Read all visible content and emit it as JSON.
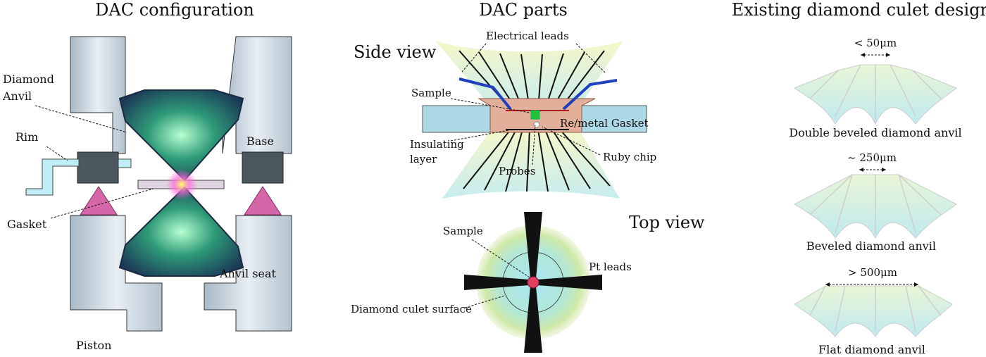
{
  "headings": {
    "config": "DAC configuration",
    "parts": "DAC parts",
    "designs": "Existing diamond culet designs"
  },
  "config_labels": {
    "diamond_anvil_1": "Diamond",
    "diamond_anvil_2": "Anvil",
    "rim": "Rim",
    "base": "Base",
    "gasket": "Gasket",
    "anvil_seat": "Anvil seat",
    "piston": "Piston"
  },
  "parts_labels": {
    "side_view": "Side view",
    "electrical_leads": "Electrical leads",
    "sample": "Sample",
    "re_gasket": "Re/metal Gasket",
    "insulating_1": "Insulating",
    "insulating_2": "layer",
    "ruby": "Ruby chip",
    "probes": "Probes",
    "top_view": "Top view",
    "top_sample": "Sample",
    "pt_leads": "Pt leads",
    "culet_surface": "Diamond culet surface"
  },
  "designs": [
    {
      "dim": "< 50μm",
      "name": "Double beveled diamond anvil"
    },
    {
      "dim": "~ 250μm",
      "name": "Beveled diamond anvil"
    },
    {
      "dim": "> 500μm",
      "name": "Flat diamond anvil"
    }
  ],
  "colors": {
    "steel": "#b9c9d6",
    "seat": "#4b5860",
    "pink_seat": "#d566a8",
    "gasket_cu": "#e2b09a",
    "lead_blue": "#1f3fbf",
    "sample_green": "#22c43a",
    "sample_red": "#e04060",
    "anvil_teal": "#bfe9e9"
  }
}
